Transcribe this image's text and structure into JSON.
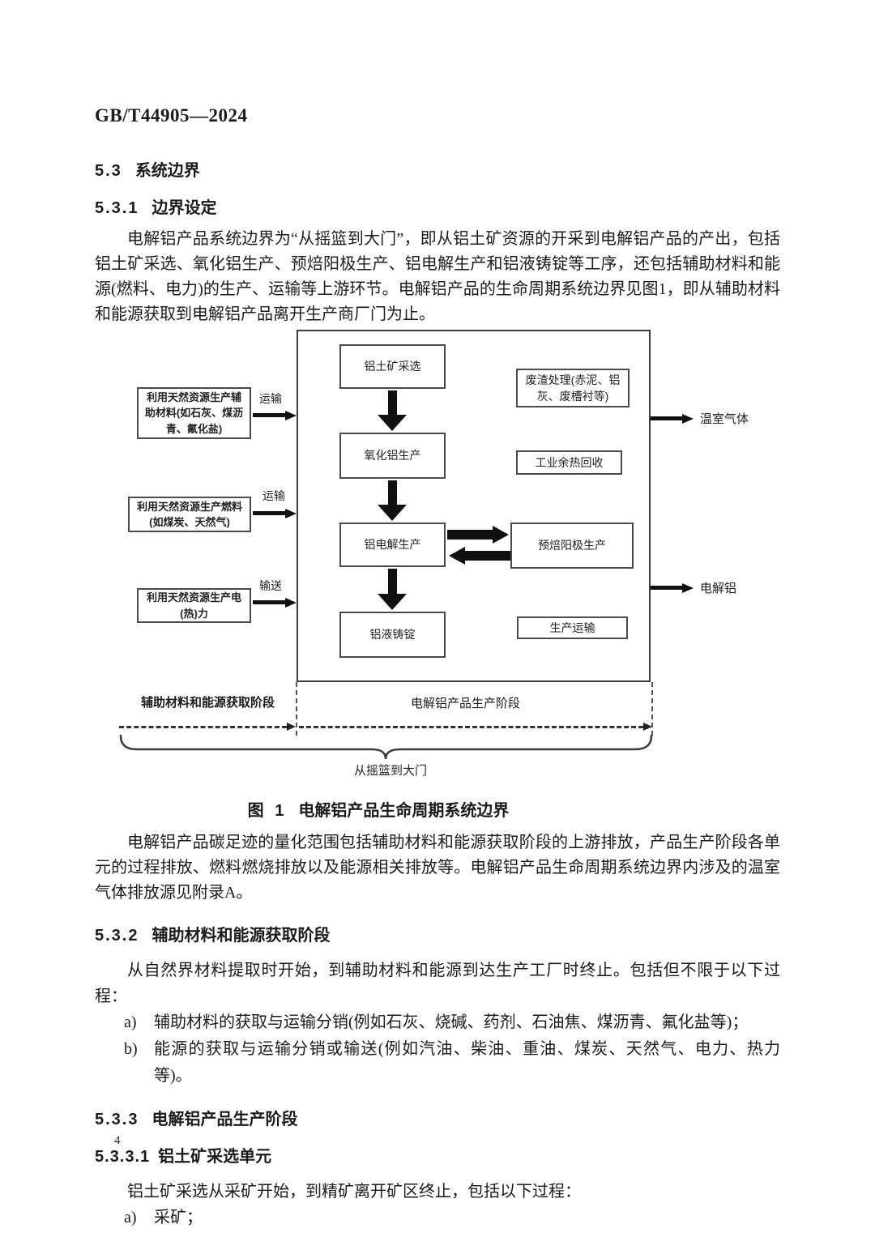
{
  "header": {
    "doc_number": "GB/T44905—2024"
  },
  "s53": {
    "number": "5.3",
    "title": "系统边界"
  },
  "s531": {
    "number": "5.3.1",
    "title": "边界设定"
  },
  "para1": "电解铝产品系统边界为“从摇篮到大门”，即从铝土矿资源的开采到电解铝产品的产出，包括铝土矿采选、氧化铝生产、预焙阳极生产、铝电解生产和铝液铸锭等工序，还包括辅助材料和能源(燃料、电力)的生产、运输等上游环节。电解铝产品的生命周期系统边界见图1，即从辅助材料和能源获取到电解铝产品离开生产商厂门为止。",
  "figure": {
    "process_boxes": [
      "铝土矿采选",
      "氧化铝生产",
      "铝电解生产",
      "铝液铸锭"
    ],
    "side_boxes": [
      "废渣处理(赤泥、铝灰、废槽衬等)",
      "工业余热回收",
      "预焙阳极生产",
      "生产运输"
    ],
    "input_boxes": [
      "利用天然资源生产辅助材料(如石灰、煤沥青、氟化盐)",
      "利用天然资源生产燃料(如煤炭、天然气)",
      "利用天然资源生产电(热)力"
    ],
    "transport_labels": [
      "运输",
      "运输",
      "输送"
    ],
    "outputs": [
      "温室气体",
      "电解铝"
    ],
    "stage_labels": {
      "left": "辅助材料和能源获取阶段",
      "right": "电解铝产品生产阶段"
    },
    "brace_label": "从摇篮到大门"
  },
  "caption": {
    "label": "图 1",
    "title": "电解铝产品生命周期系统边界"
  },
  "para2": "电解铝产品碳足迹的量化范围包括辅助材料和能源获取阶段的上游排放，产品生产阶段各单元的过程排放、燃料燃烧排放以及能源相关排放等。电解铝产品生命周期系统边界内涉及的温室气体排放源见附录A。",
  "s532": {
    "number": "5.3.2",
    "title": "辅助材料和能源获取阶段",
    "intro": "从自然界材料提取时开始，到辅助材料和能源到达生产工厂时终止。包括但不限于以下过程：",
    "items": [
      {
        "label": "a)",
        "text": "辅助材料的获取与运输分销(例如石灰、烧碱、药剂、石油焦、煤沥青、氟化盐等)；"
      },
      {
        "label": "b)",
        "text": "能源的获取与运输分销或输送(例如汽油、柴油、重油、煤炭、天然气、电力、热力等)。"
      }
    ]
  },
  "s533": {
    "number": "5.3.3",
    "title": "电解铝产品生产阶段"
  },
  "s5331": {
    "number": "5.3.3.1",
    "title": "铝土矿采选单元",
    "intro": "铝土矿采选从采矿开始，到精矿离开矿区终止，包括以下过程：",
    "items": [
      {
        "label": "a)",
        "text": "采矿；"
      }
    ]
  },
  "footer": {
    "page_number": "4"
  },
  "colors": {
    "ink": "#1b1b1b",
    "line": "#3c3c3c",
    "arrow": "#111111"
  }
}
